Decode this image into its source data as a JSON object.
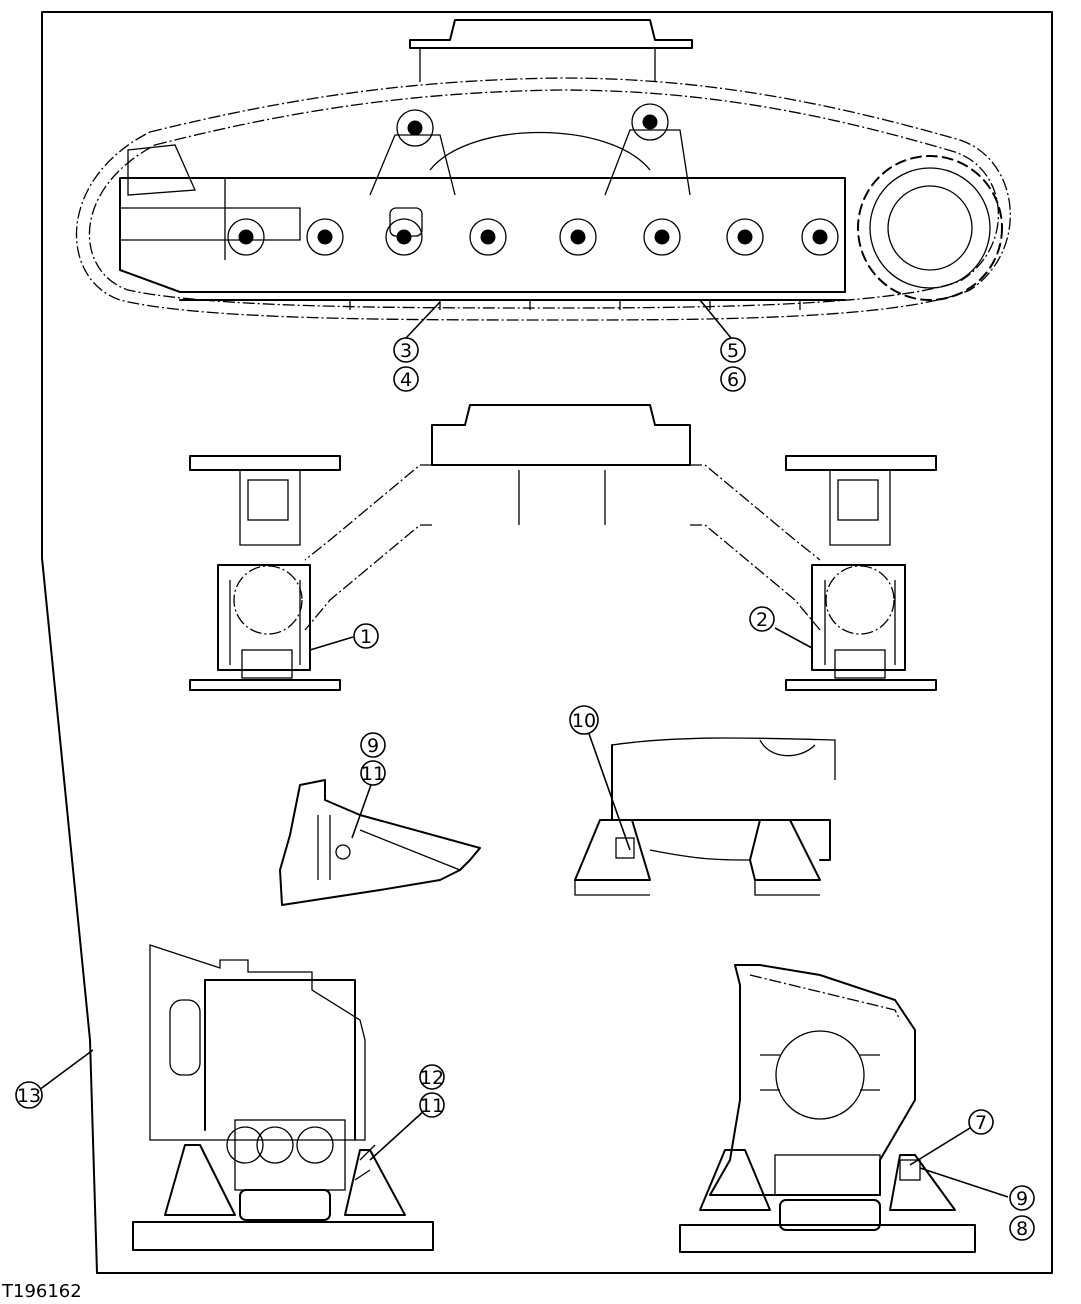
{
  "figure_id": "T196162",
  "callouts": {
    "c1": "1",
    "c2": "2",
    "c3": "3",
    "c4": "4",
    "c5": "5",
    "c6": "6",
    "c7": "7",
    "c8": "8",
    "c9a": "9",
    "c9b": "9",
    "c10": "10",
    "c11a": "11",
    "c11b": "11",
    "c12": "12",
    "c13": "13"
  }
}
